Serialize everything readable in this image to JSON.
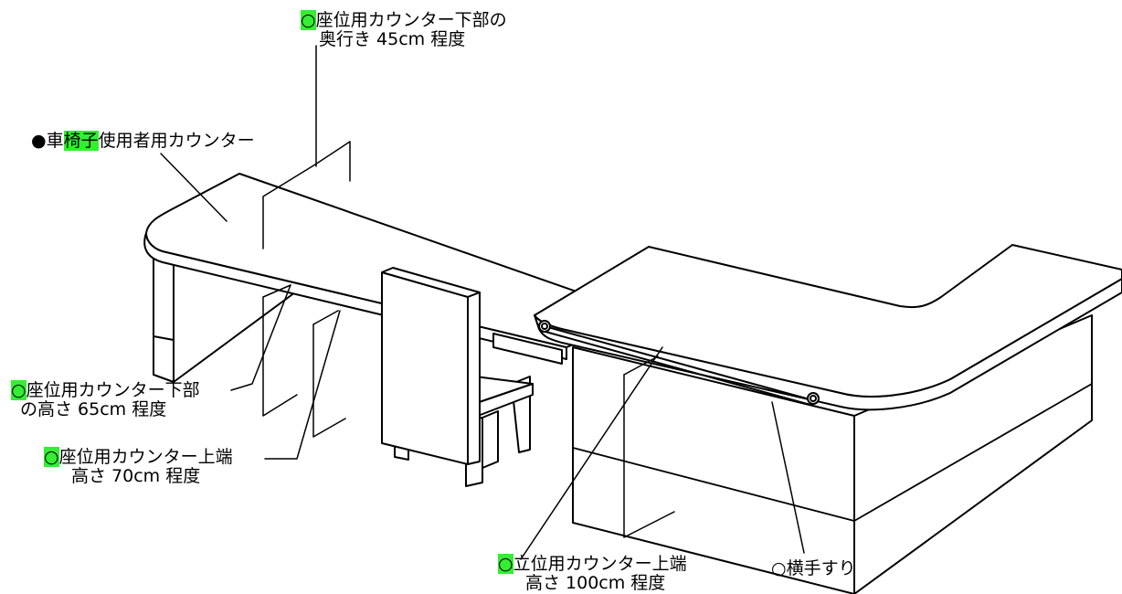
{
  "labels": {
    "depth": {
      "marker": "○",
      "line1": "座位用カウンター下部の",
      "line2": "奥行き 45cm 程度"
    },
    "wheelchair": {
      "marker": "●車",
      "highlight": "椅子",
      "rest": "使用者用カウンター"
    },
    "lower_height": {
      "marker": "○",
      "line1": "座位用カウンター下部",
      "line2": "の高さ 65cm 程度"
    },
    "seat_top": {
      "marker": "○",
      "line1": "座位用カウンター上端",
      "line2": "高さ 70cm 程度"
    },
    "stand_top": {
      "marker": "○",
      "line1": "立位用カウンター上端",
      "line2": "高さ 100cm 程度"
    },
    "handrail": {
      "text": "○横手すり"
    }
  },
  "colors": {
    "highlight": "#33ee33",
    "ink": "#000000"
  }
}
